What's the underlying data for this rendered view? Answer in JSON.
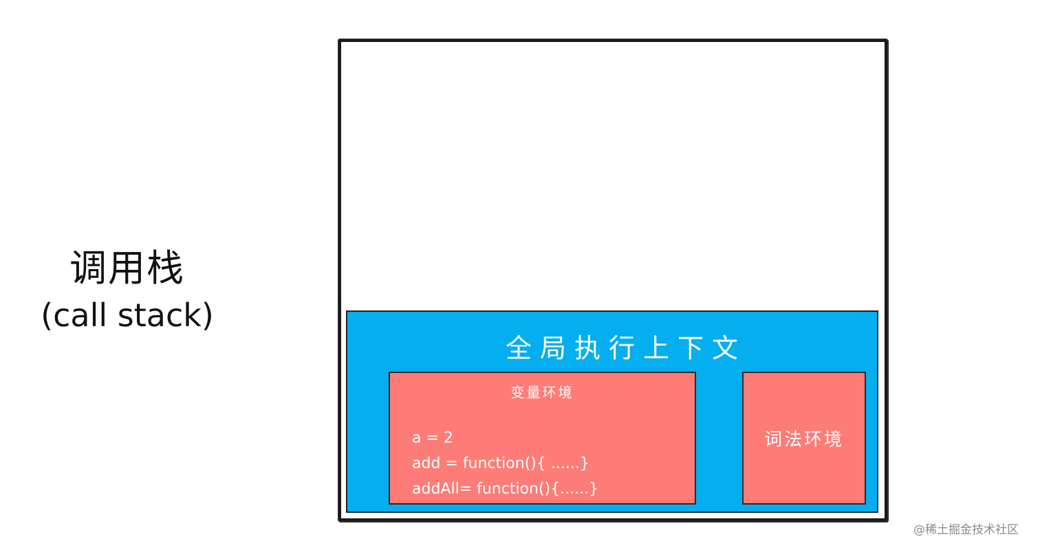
{
  "left_label": {
    "zh": "调用栈",
    "en": "(call stack)"
  },
  "call_stack": {
    "global_context": {
      "title": "全局执行上下文",
      "variable_environment": {
        "title": "变量环境",
        "entries": [
          "a = 2",
          "add = function(){ ......}",
          "addAll= function(){......}"
        ]
      },
      "lexical_environment": {
        "title": "词法环境"
      }
    }
  },
  "colors": {
    "context_blue": "#04aeef",
    "env_red": "#fe7c77",
    "border": "#1a1a1a"
  },
  "watermark": "@稀土掘金技术社区"
}
